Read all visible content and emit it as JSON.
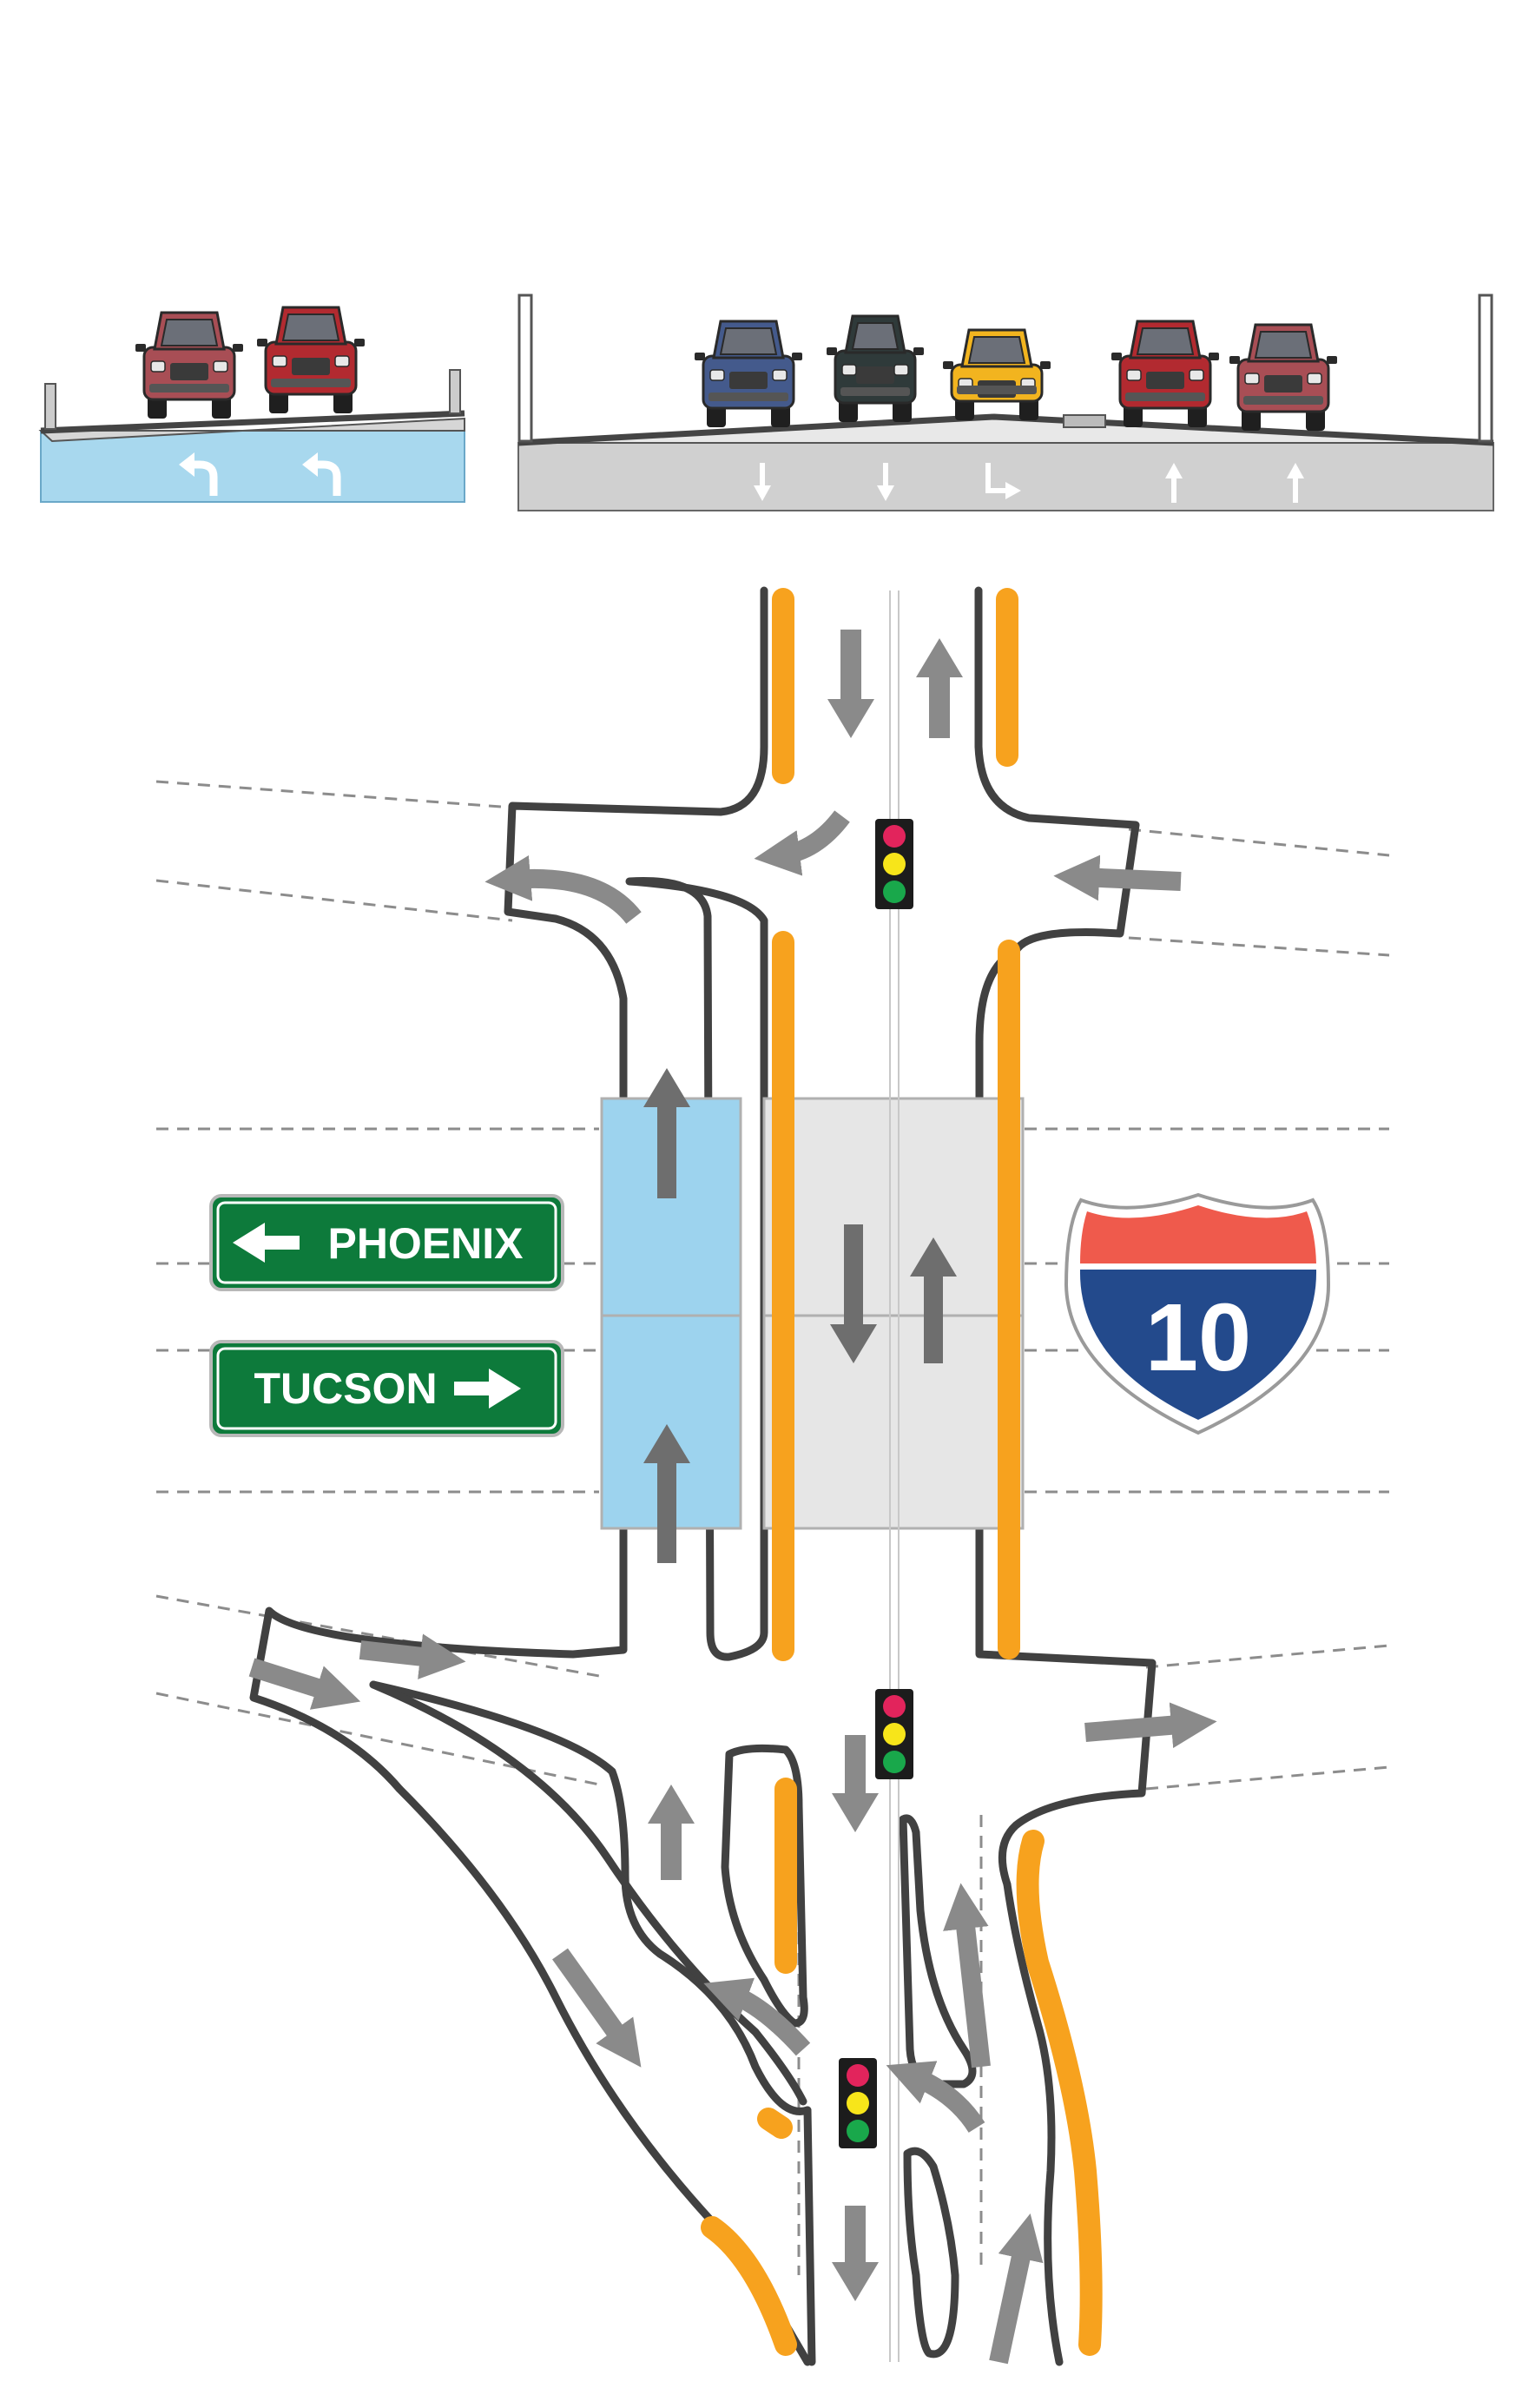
{
  "signs": {
    "phoenix": {
      "label": "PHOENIX",
      "direction": "left"
    },
    "tucson": {
      "label": "TUCSON",
      "direction": "right"
    }
  },
  "shield": {
    "number": "10"
  },
  "colors": {
    "sign_green": "#0d7a3b",
    "shield_red": "#ef5a4c",
    "shield_blue": "#234a8c",
    "curb_orange": "#f7a21e",
    "pavement_outline": "#414141",
    "arrow_gray": "#8a8a8a",
    "lane_arrow_dark": "#6e6e6e",
    "bridge_blue": "#9dd3ee",
    "bridge_gray": "#e6e6e6",
    "signal_red": "#e2245c",
    "signal_yellow": "#f7e51a",
    "signal_green": "#19a84b"
  },
  "cross_sections": {
    "left": {
      "vehicles": [
        {
          "type": "pickup",
          "color": "#a84e55"
        },
        {
          "type": "pickup",
          "color": "#b22a30"
        }
      ],
      "lane_arrows": [
        "left-turn",
        "left-turn"
      ]
    },
    "right": {
      "vehicles": [
        {
          "type": "pickup",
          "color": "#445a8c"
        },
        {
          "type": "suv",
          "color": "#2f3a3a"
        },
        {
          "type": "hatchback",
          "color": "#f2b41f"
        },
        {
          "type": "pickup",
          "color": "#b22a30"
        },
        {
          "type": "pickup",
          "color": "#a84e55"
        }
      ],
      "lane_arrows": [
        "down",
        "down",
        "down-left-turn",
        "up",
        "up"
      ]
    }
  },
  "signals": [
    {
      "name": "north-signal"
    },
    {
      "name": "middle-signal"
    },
    {
      "name": "south-signal"
    }
  ]
}
